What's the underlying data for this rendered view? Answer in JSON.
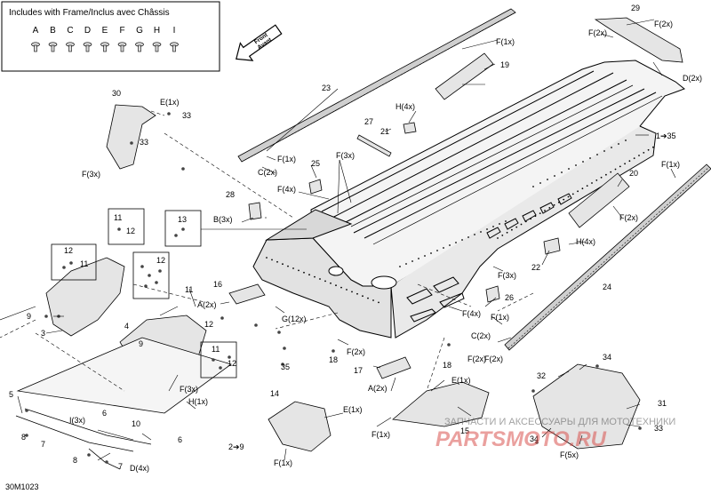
{
  "legend": {
    "title": "Includes with Frame/Inclus avec Châssis",
    "letters": [
      "A",
      "B",
      "C",
      "D",
      "E",
      "F",
      "G",
      "H",
      "I"
    ]
  },
  "front_arrow": {
    "line1": "Front",
    "line2": "Avant"
  },
  "drawing_code": "30M1023",
  "watermark": {
    "line1": "ЗАПЧАСТИ И АКСЕССУАРЫ ДЛЯ МОТОТЕХНИКИ",
    "logo": "PARTSMOTO.RU"
  },
  "callouts": {
    "c1": "1➔35",
    "c2": "2➔9",
    "c3": "3",
    "c4": "4",
    "c5": "5",
    "c6a": "6",
    "c6b": "6",
    "c7a": "7",
    "c7b": "7",
    "c8a": "8",
    "c8b": "8",
    "c9a": "9",
    "c9b": "9",
    "c10": "10",
    "c11a": "11",
    "c11b": "11",
    "c11c": "11",
    "c11d": "11",
    "c12a": "12",
    "c12b": "12",
    "c12c": "12",
    "c12d": "12",
    "c12e": "12",
    "c13": "13",
    "c14": "14",
    "c15": "15",
    "c16": "16",
    "c17": "17",
    "c18a": "18",
    "c18b": "18",
    "c19": "19",
    "c20": "20",
    "c21": "21",
    "c22": "22",
    "c23": "23",
    "c24": "24",
    "c25": "25",
    "c26": "26",
    "c27": "27",
    "c28": "28",
    "c29": "29",
    "c30": "30",
    "c31": "31",
    "c32": "32",
    "c33a": "33",
    "c33b": "33",
    "c33c": "33",
    "c34a": "34",
    "c34b": "34",
    "c35": "35",
    "f1x_a": "F(1x)",
    "f2x_a": "F(2x)",
    "d2x": "D(2x)",
    "f2x_b": "F(2x)",
    "h4x_a": "H(4x)",
    "e1x_a": "E(1x)",
    "f3x_a": "F(3x)",
    "f1x_b": "F(1x)",
    "c2x_a": "C(2x)",
    "f3x_b": "F(3x)",
    "f4x_a": "F(4x)",
    "b3x": "B(3x)",
    "f1x_c": "F(1x)",
    "f2x_c": "F(2x)",
    "h4x_b": "H(4x)",
    "f3x_c": "F(3x)",
    "f4x_b": "F(4x)",
    "f1x_d": "F(1x)",
    "c2x_b": "C(2x)",
    "f2x_d": "F(2x)",
    "a2x_a": "A(2x)",
    "g12x": "G(12x)",
    "f2x_e": "F(2x)",
    "a2x_b": "A(2x)",
    "e1x_b": "E(1x)",
    "f1x_e": "F(1x)",
    "e1x_c": "E(1x)",
    "f1x_f": "F(1x)",
    "f3x_d": "F(3x)",
    "h1x": "H(1x)",
    "i3x": "I(3x)",
    "d4x": "D(4x)",
    "f5x": "F(5x)",
    "f2x_f": "F(2x)"
  }
}
